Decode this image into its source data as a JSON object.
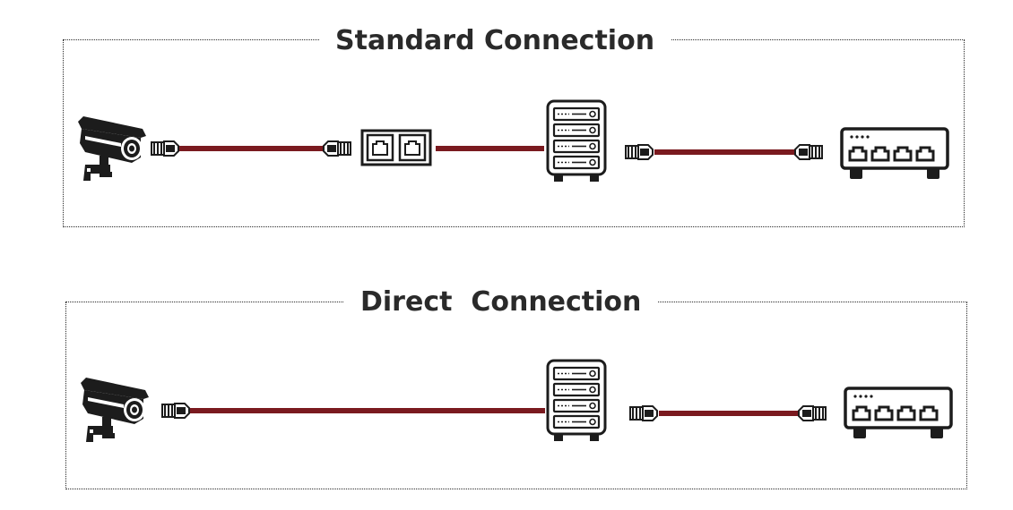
{
  "diagrams": [
    {
      "title": "Standard Connection",
      "devices": [
        {
          "kind": "security-camera"
        },
        {
          "kind": "rj45-plug"
        },
        {
          "kind": "rj45-plug"
        },
        {
          "kind": "wall-plate"
        },
        {
          "kind": "server-rack"
        },
        {
          "kind": "rj45-plug"
        },
        {
          "kind": "rj45-plug"
        },
        {
          "kind": "network-switch"
        }
      ]
    },
    {
      "title": "Direct  Connection",
      "devices": [
        {
          "kind": "security-camera"
        },
        {
          "kind": "rj45-plug"
        },
        {
          "kind": "server-rack"
        },
        {
          "kind": "rj45-plug"
        },
        {
          "kind": "rj45-plug"
        },
        {
          "kind": "network-switch"
        }
      ]
    }
  ],
  "colors": {
    "cable": "#7a1a1f",
    "ink": "#1c1c1c",
    "frame": "#2a2a2a",
    "background": "#ffffff"
  }
}
